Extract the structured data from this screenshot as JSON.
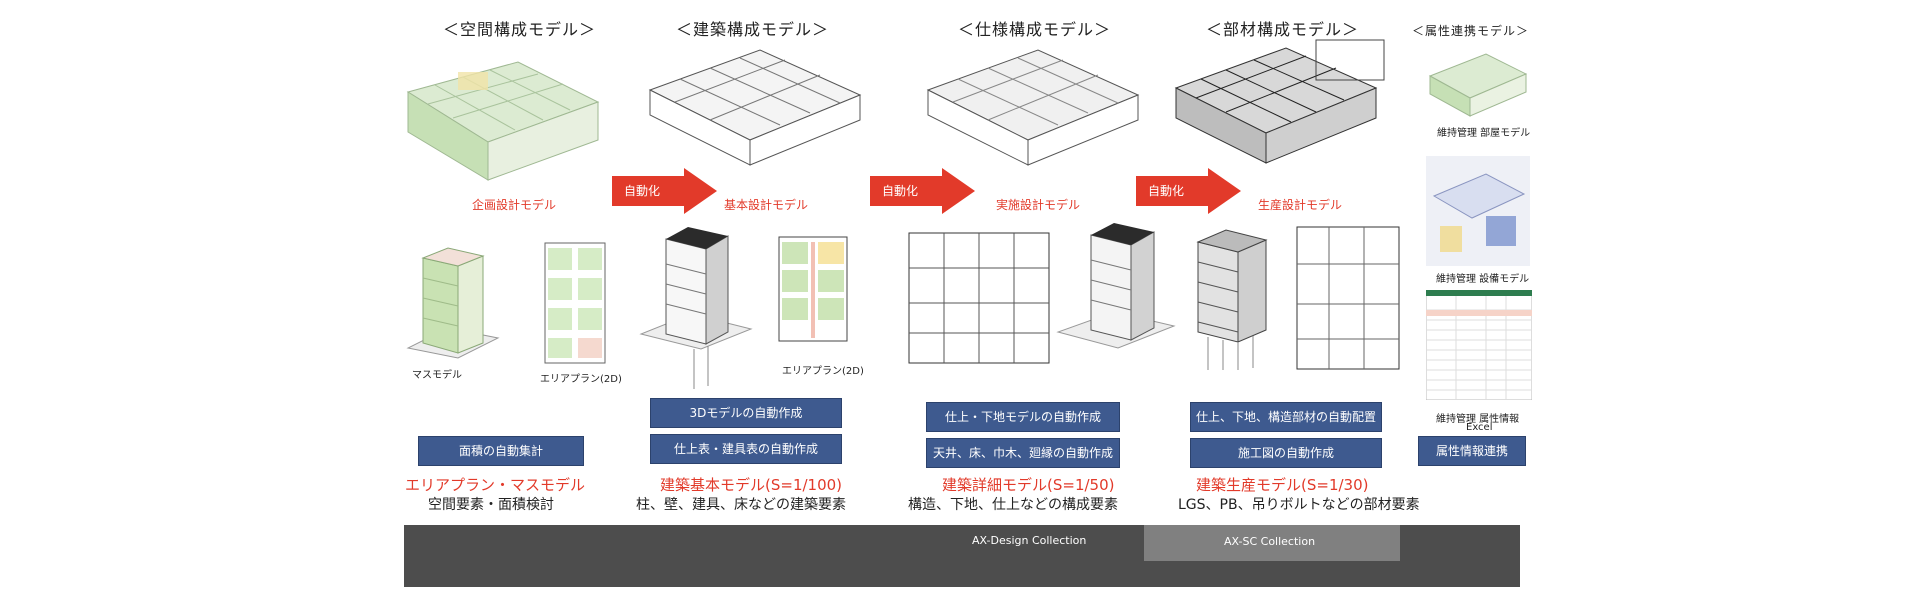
{
  "stages": [
    {
      "title": "＜空間構成モデル＞",
      "model_label": "企画設計モデル",
      "red_title": "エリアプラン・マスモデル",
      "desc": "空間要素・面積検討"
    },
    {
      "title": "＜建築構成モデル＞",
      "model_label": "基本設計モデル",
      "red_title": "建築基本モデル(S=1/100)",
      "desc": "柱、壁、建具、床などの建築要素"
    },
    {
      "title": "＜仕様構成モデル＞",
      "model_label": "実施設計モデル",
      "red_title": "建築詳細モデル(S=1/50)",
      "desc": "構造、下地、仕上などの構成要素"
    },
    {
      "title": "＜部材構成モデル＞",
      "model_label": "生産設計モデル",
      "red_title": "建築生産モデル(S=1/30)",
      "desc": "LGS、PB、吊りボルトなどの部材要素"
    }
  ],
  "attribute_stage": {
    "title": "＜属性連携モデル＞",
    "items": [
      "維持管理 部屋モデル",
      "維持管理 設備モデル",
      "維持管理 属性情報",
      "Excel"
    ],
    "button": "属性情報連携"
  },
  "arrows": [
    "自動化",
    "自動化",
    "自動化"
  ],
  "sub_labels": {
    "mass": "マスモデル",
    "area1": "エリアプラン(2D)",
    "area2": "エリアプラン(2D)"
  },
  "buttons": {
    "area_calc": "面積の自動集計",
    "model3d": "3Dモデルの自動作成",
    "finish_table": "仕上表・建具表の自動作成",
    "finish_base": "仕上・下地モデルの自動作成",
    "ceiling": "天井、床、巾木、廻縁の自動作成",
    "placement": "仕上、下地、構造部材の自動配置",
    "construction": "施工図の自動作成"
  },
  "footer": {
    "design": "AX-Design Collection",
    "sc": "AX-SC Collection"
  },
  "colors": {
    "accent_red": "#e23a2a",
    "button_blue": "#3e5a8f",
    "footer_dark": "#4d4d4d",
    "footer_light": "#808080"
  }
}
